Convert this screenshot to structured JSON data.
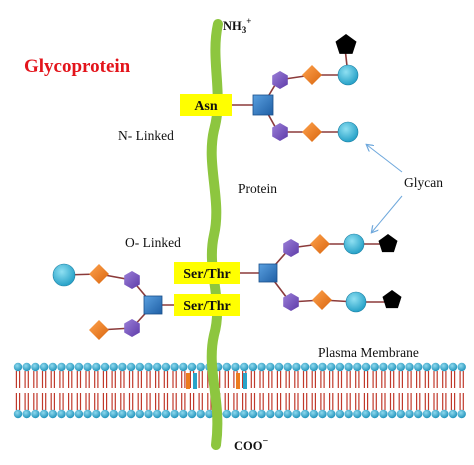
{
  "title": "Glycoprotein",
  "labels": {
    "n_terminus": "NH",
    "n_terminus_sub": "3",
    "n_terminus_sup": "+",
    "c_terminus": "COO",
    "c_terminus_sup": "−",
    "n_linked": "N- Linked",
    "o_linked": "O- Linked",
    "protein": "Protein",
    "glycan": "Glycan",
    "membrane": "Plasma Membrane"
  },
  "attachment_sites": {
    "asn": "Asn",
    "ser_thr_1": "Ser/Thr",
    "ser_thr_2": "Ser/Thr"
  },
  "colors": {
    "title": "#e3141b",
    "protein_chain": "#8dc63f",
    "label_box": "#ffff00",
    "square": "#2e75b6",
    "hexagon": "#7e57c2",
    "diamond": "#ec7c1e",
    "circle": "#33b5d6",
    "pentagon": "#000000",
    "membrane_head": "#2aa3c8",
    "membrane_tail": "#c0392b",
    "link": "#8b3a3a",
    "arrow": "#6fa8dc"
  },
  "symbols": [
    "square",
    "hexagon",
    "diamond",
    "circle",
    "pentagon"
  ]
}
